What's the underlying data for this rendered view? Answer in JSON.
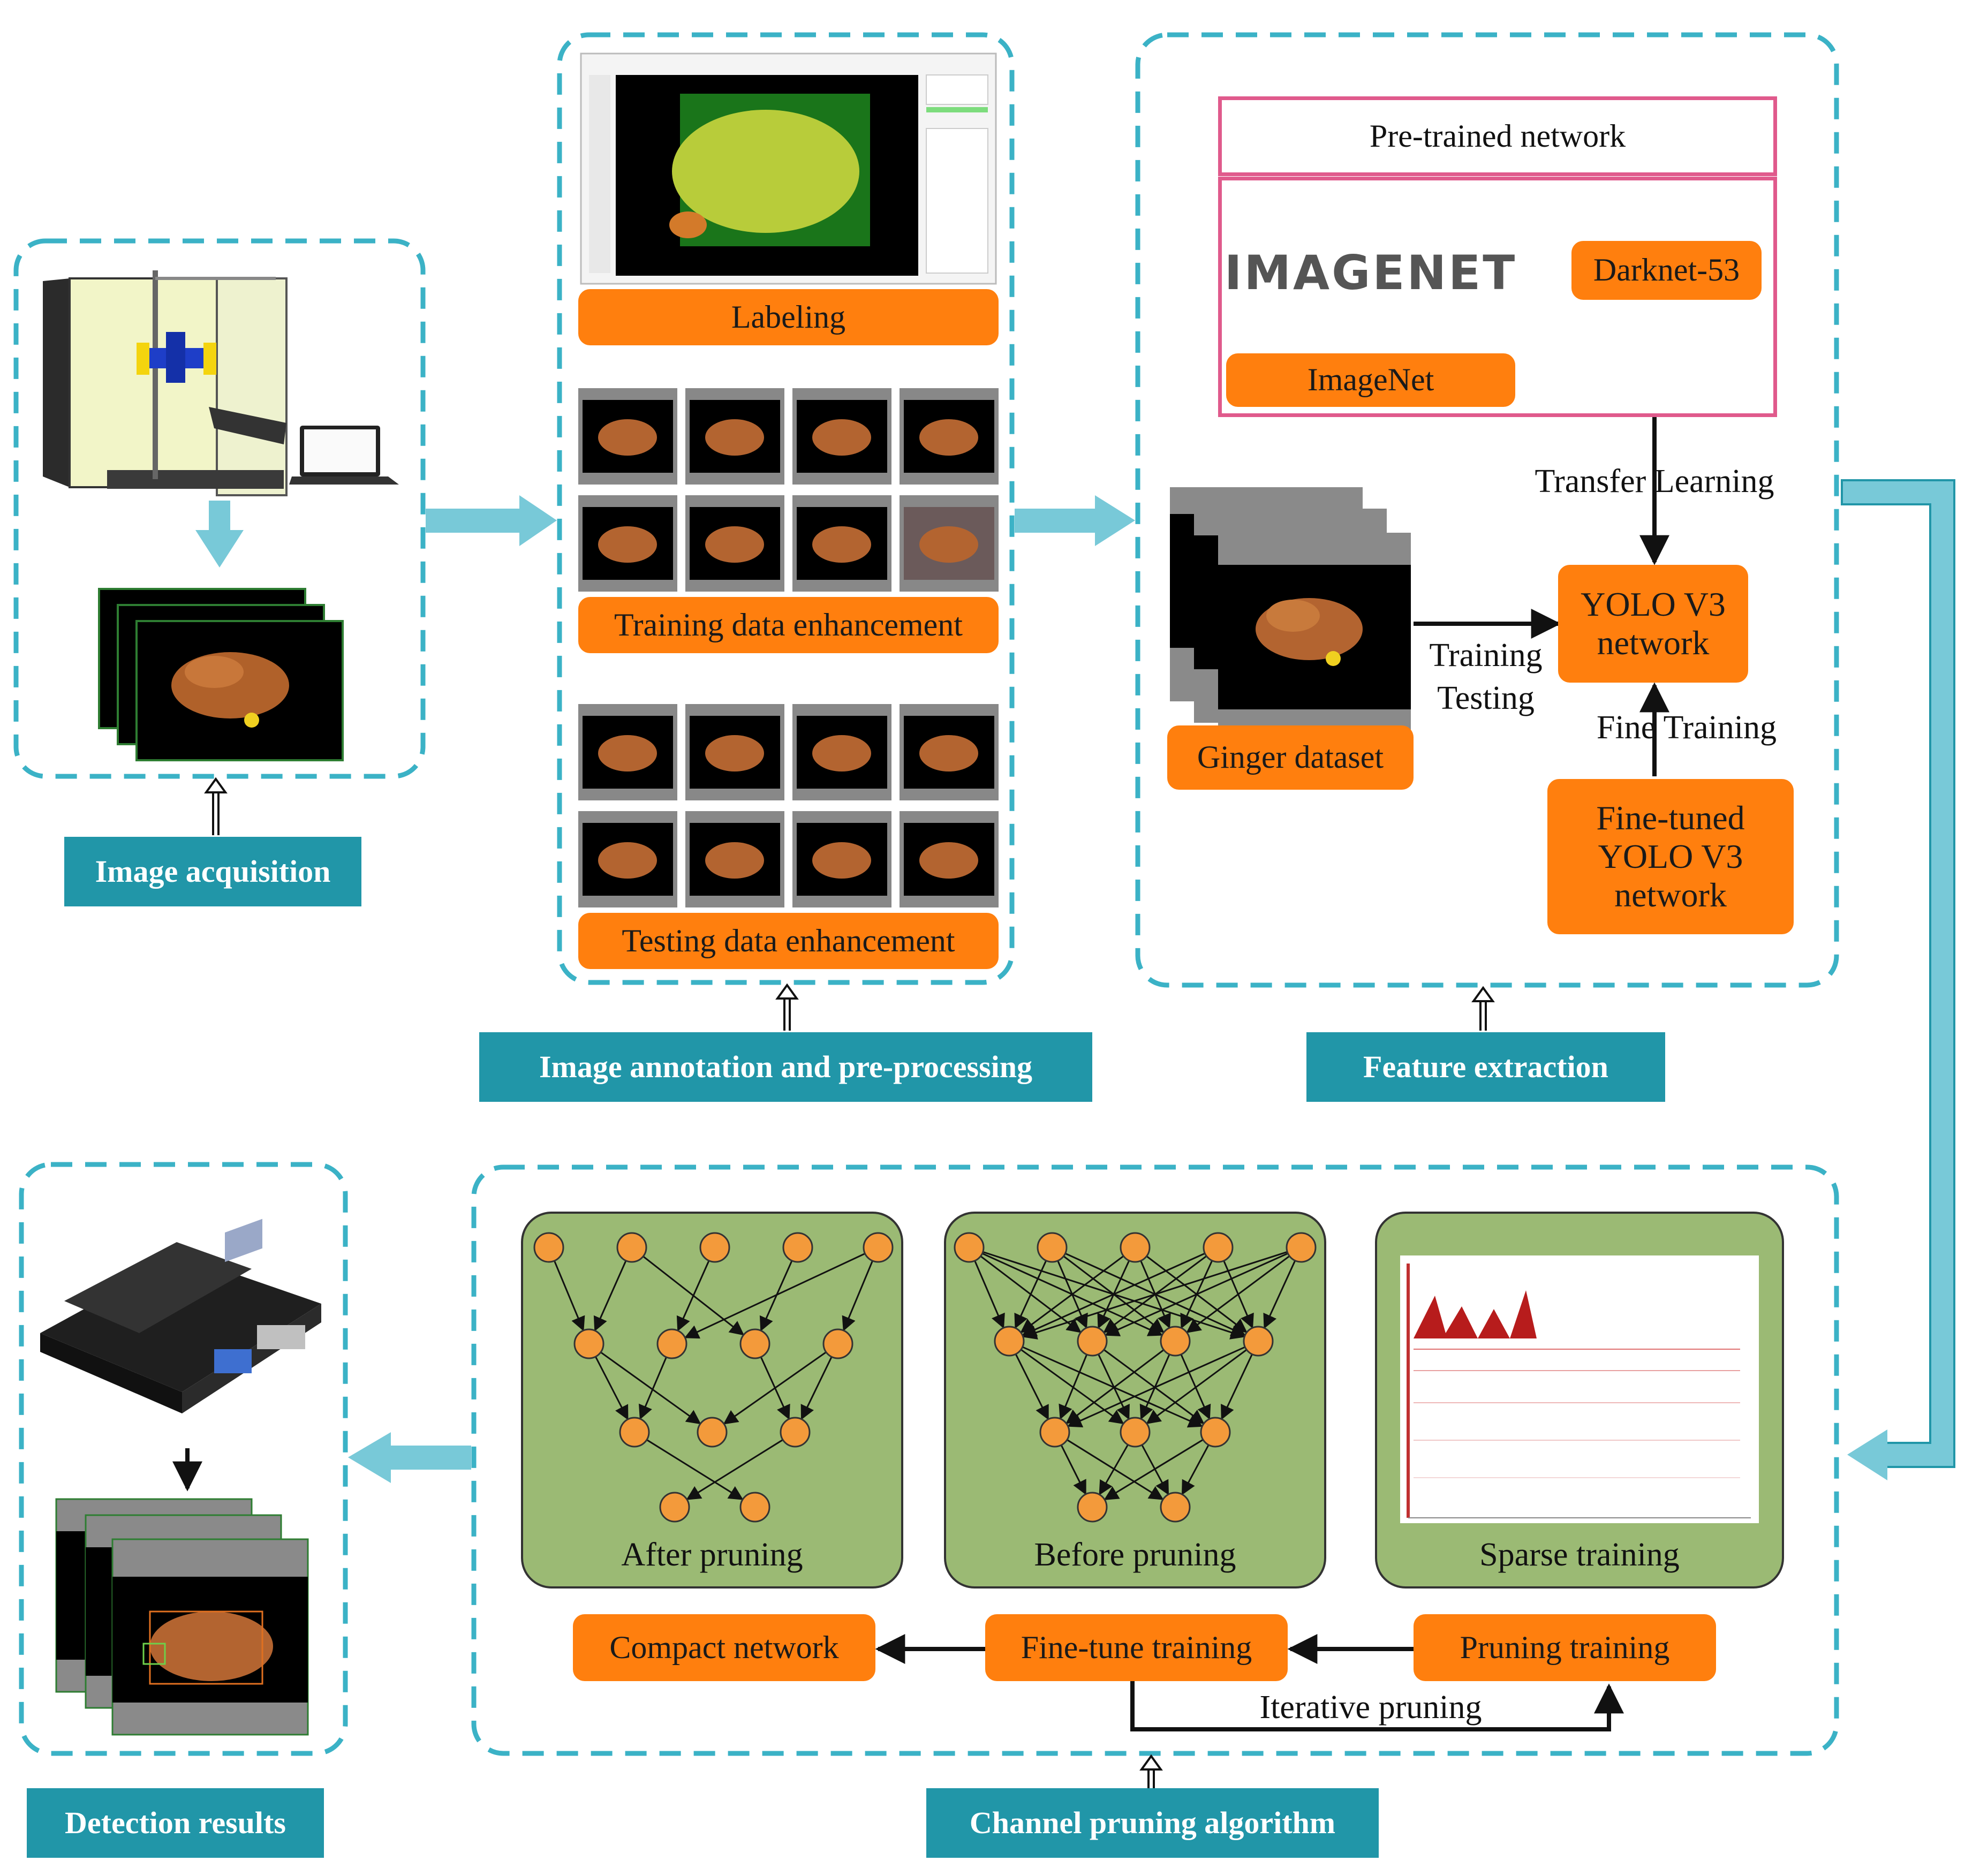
{
  "colors": {
    "teal": "#2196a8",
    "dash": "#3bb2c6",
    "orange": "#ff7f0e",
    "panel_green": "#9bba74",
    "pink": "#e05a8c",
    "arrow_light": "#78c9d8"
  },
  "stages": {
    "image_acquisition": "Image acquisition",
    "annotation": "Image annotation and pre-processing",
    "feature_extraction": "Feature extraction",
    "channel_pruning": "Channel pruning algorithm",
    "detection_results": "Detection results"
  },
  "annotation_panel": {
    "labeling": "Labeling",
    "training_enhancement": "Training data enhancement",
    "testing_enhancement": "Testing data enhancement"
  },
  "feature_panel": {
    "pretrained_network": "Pre-trained network",
    "imagenet_logo": "IMAGENET",
    "imagenet": "ImageNet",
    "darknet": "Darknet-53",
    "transfer_learning": "Transfer Learning",
    "yolo_line1": "YOLO V3",
    "yolo_line2": "network",
    "training": "Training",
    "testing": "Testing",
    "ginger_dataset": "Ginger dataset",
    "fine_training": "Fine Training",
    "finetuned_line1": "Fine-tuned",
    "finetuned_line2": "YOLO V3",
    "finetuned_line3": "network"
  },
  "pruning_panel": {
    "after_pruning": "After pruning",
    "before_pruning": "Before pruning",
    "sparse_training": "Sparse training",
    "compact_network": "Compact network",
    "finetune_training": "Fine-tune training",
    "pruning_training": "Pruning training",
    "iterative_pruning": "Iterative pruning"
  }
}
